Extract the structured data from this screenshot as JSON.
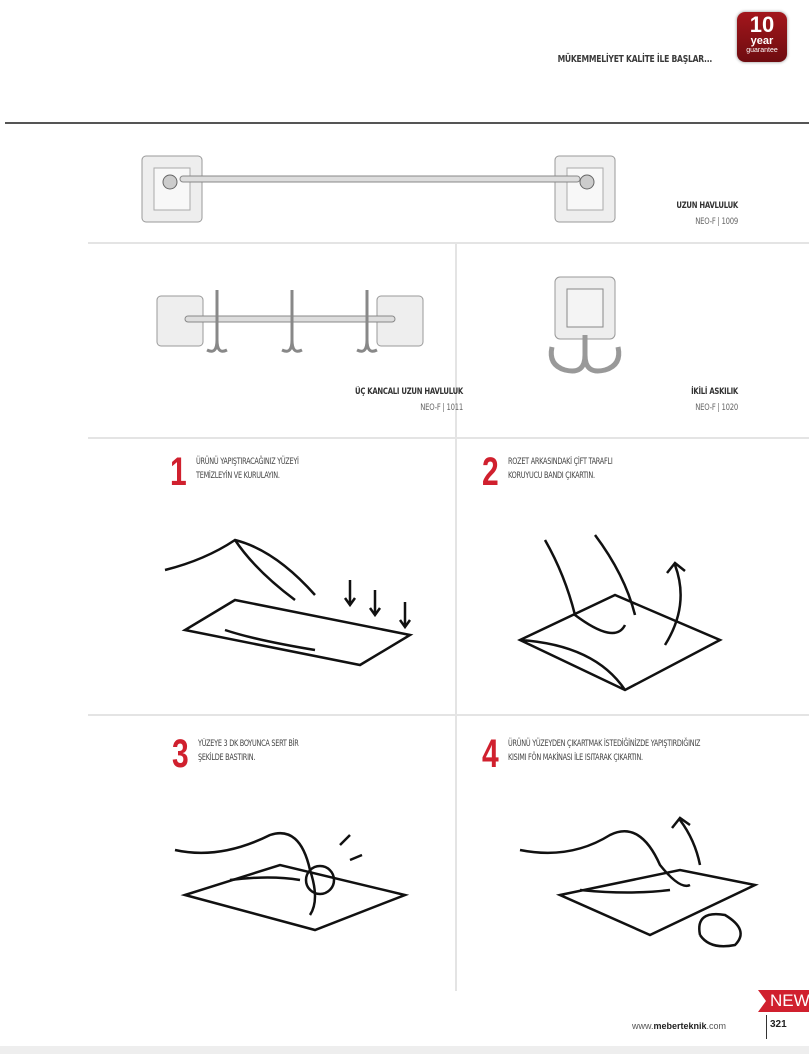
{
  "header": {
    "tagline": "MÜKEMMELİYET KALİTE İLE BAŞLAR...",
    "badge": {
      "number": "10",
      "year": "year",
      "guarantee": "guarantee"
    }
  },
  "products": [
    {
      "title": "UZUN HAVLULUK",
      "code": "NEO-F | 1009"
    },
    {
      "title": "ÜÇ KANCALI UZUN HAVLULUK",
      "code": "NEO-F | 1011"
    },
    {
      "title": "İKİLİ ASKILIK",
      "code": "NEO-F | 1020"
    }
  ],
  "steps": [
    {
      "number": "1",
      "line1": "ÜRÜNÜ YAPIŞTIRACAĞINIZ YÜZEYİ",
      "line2": "TEMİZLEYİN VE KURULAYIN."
    },
    {
      "number": "2",
      "line1": "ROZET ARKASINDAKİ ÇİFT TARAFLI",
      "line2": "KORUYUCU BANDI ÇIKARTIN."
    },
    {
      "number": "3",
      "line1": "YÜZEYE 3 DK BOYUNCA SERT BİR",
      "line2": "ŞEKİLDE BASTIRIN."
    },
    {
      "number": "4",
      "line1": "ÜRÜNÜ YÜZEYDEN ÇIKARTMAK İSTEDİĞİNİZDE YAPIŞTIRDIĞINIZ",
      "line2": "KISIMI FÖN MAKİNASI İLE ISITARAK ÇIKARTIN."
    }
  ],
  "footer": {
    "new_label": "NEW",
    "url_prefix": "www.",
    "url_brand": "meberteknik",
    "url_suffix": ".com",
    "page_number": "321"
  },
  "colors": {
    "accent": "#d0202e",
    "badge": "#8b1016"
  }
}
